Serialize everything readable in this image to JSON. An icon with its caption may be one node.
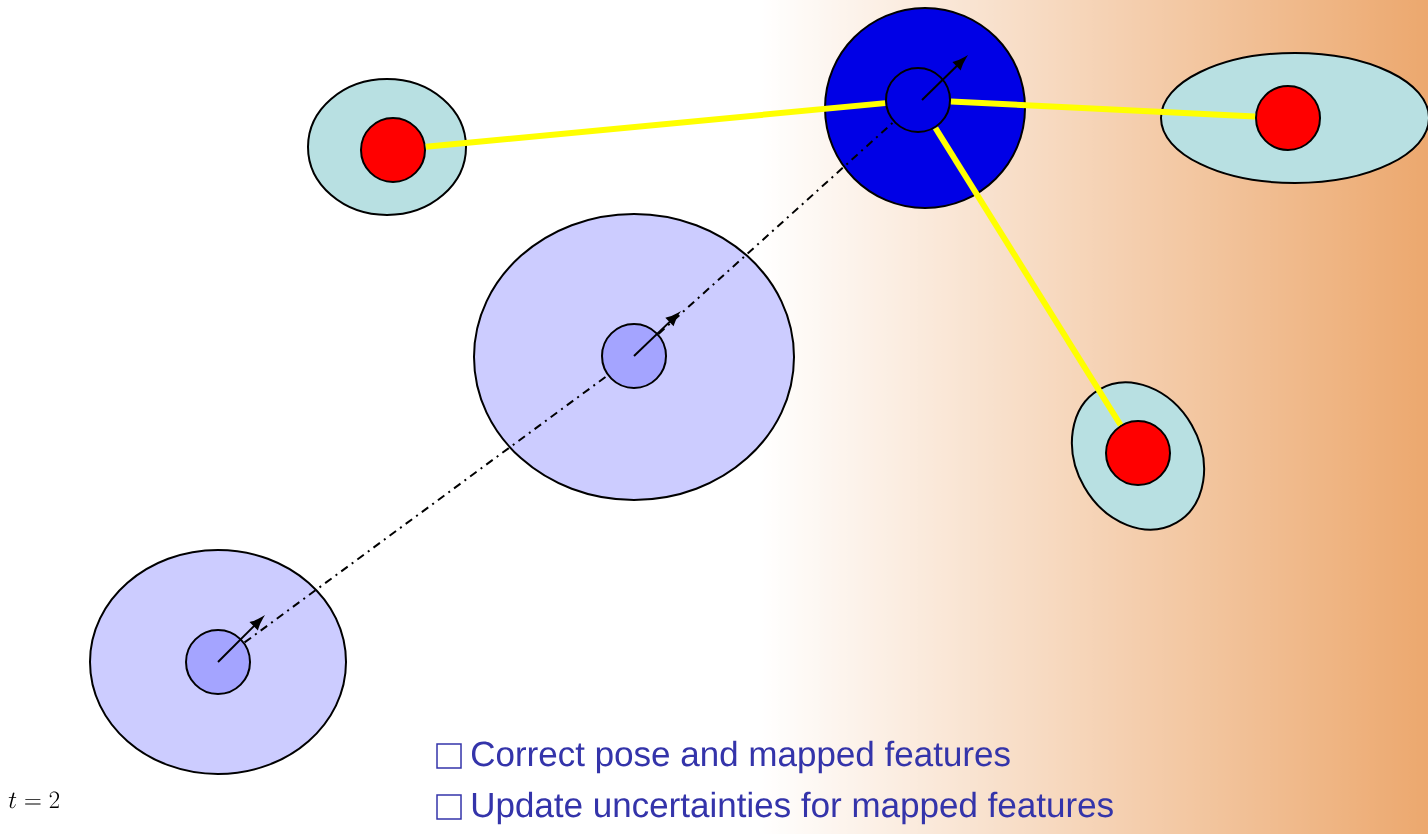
{
  "diagram": {
    "nodes": [
      {
        "text": [],
        "shape": "circle"
      },
      {
        "text": [],
        "shape": "circle",
        "in": 0
      },
      {
        "text": [],
        "shape": "ellipse"
      },
      {
        "text": [],
        "shape": "circle",
        "in": 2
      },
      {
        "text": [],
        "shape": "ellipse"
      },
      {
        "text": [],
        "shape": "circle",
        "in": 4
      },
      {
        "text": [],
        "shape": "ellipse"
      },
      {
        "text": [],
        "shape": "circle",
        "in": 6
      },
      {
        "text": [],
        "shape": "ellipse"
      },
      {
        "text": [],
        "shape": "circle",
        "in": 8
      },
      {
        "text": [],
        "shape": "ellipse"
      },
      {
        "text": [],
        "shape": "circle",
        "in": 10
      }
    ],
    "edges": [
      {
        "from": 1,
        "to": 3,
        "arrow": "none"
      },
      {
        "from": 1,
        "to": 5,
        "arrow": "none"
      },
      {
        "from": 1,
        "to": 9,
        "arrow": "none"
      },
      {
        "from": 11,
        "to": 7,
        "arrow": "none",
        "style": "dashed",
        "color": "#000000"
      },
      {
        "from": 7,
        "to": 1,
        "arrow": "none",
        "style": "dashed",
        "color": "#000000"
      }
    ],
    "labels": [
      "Correct pose and mapped features",
      "Update uncertainties for mapped features",
      "t = 2"
    ]
  }
}
